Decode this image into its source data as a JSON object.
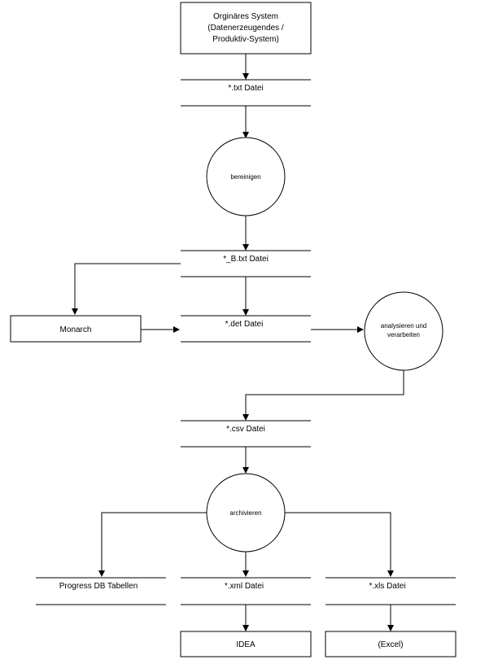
{
  "nodes": {
    "source_system": {
      "lines": [
        "Orginäres System",
        "(Datenerzeugendes /",
        "Produktiv-System)"
      ]
    },
    "txt_file": {
      "label": "*.txt Datei"
    },
    "clean": {
      "label": "bereinigen"
    },
    "b_txt_file": {
      "label": "*_B.txt Datei"
    },
    "monarch": {
      "label": "Monarch"
    },
    "det_file": {
      "label": "*.det Datei"
    },
    "analyze": {
      "lines": [
        "analysieren und",
        "verarbeiten"
      ]
    },
    "csv_file": {
      "label": "*.csv Datei"
    },
    "archive": {
      "label": "archivieren"
    },
    "progress_db": {
      "label": "Progress DB Tabellen"
    },
    "xml_file": {
      "label": "*.xml Datei"
    },
    "xls_file": {
      "label": "*.xls Datei"
    },
    "idea": {
      "label": "IDEA"
    },
    "excel": {
      "label": "(Excel)"
    }
  }
}
